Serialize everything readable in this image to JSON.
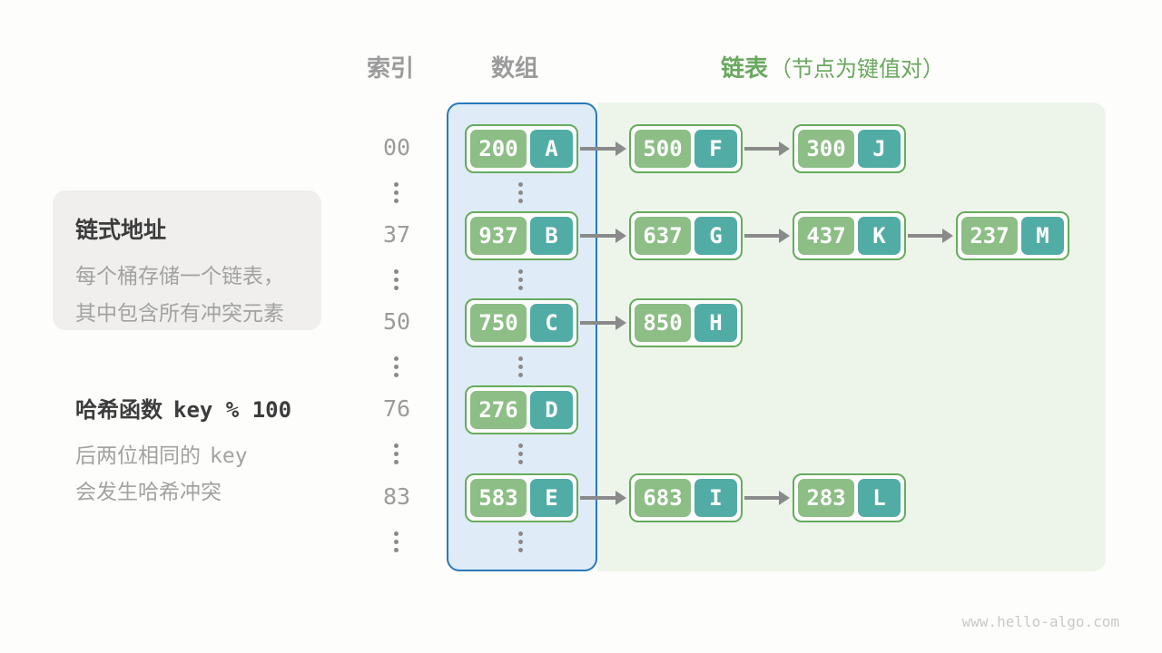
{
  "page": {
    "watermark": "www.hello-algo.com"
  },
  "headers": {
    "index": "索引",
    "array": "数组",
    "linked_list": "链表",
    "linked_list_note": "（节点为键值对）"
  },
  "info_box": {
    "title": "链式地址",
    "line1": "每个桶存储一个链表，",
    "line2": "其中包含所有冲突元素"
  },
  "hash_note": {
    "title_text": "哈希函数",
    "title_code": "key % 100",
    "line1_text": "后两位相同的",
    "line1_code": "key",
    "line2": "会发生哈希冲突"
  },
  "rows": [
    {
      "index": "00",
      "nodes": [
        {
          "key": "200",
          "value": "A"
        },
        {
          "key": "500",
          "value": "F"
        },
        {
          "key": "300",
          "value": "J"
        }
      ]
    },
    {
      "index": "37",
      "nodes": [
        {
          "key": "937",
          "value": "B"
        },
        {
          "key": "637",
          "value": "G"
        },
        {
          "key": "437",
          "value": "K"
        },
        {
          "key": "237",
          "value": "M"
        }
      ]
    },
    {
      "index": "50",
      "nodes": [
        {
          "key": "750",
          "value": "C"
        },
        {
          "key": "850",
          "value": "H"
        }
      ]
    },
    {
      "index": "76",
      "nodes": [
        {
          "key": "276",
          "value": "D"
        }
      ]
    },
    {
      "index": "83",
      "nodes": [
        {
          "key": "583",
          "value": "E"
        },
        {
          "key": "683",
          "value": "I"
        },
        {
          "key": "283",
          "value": "L"
        }
      ]
    }
  ],
  "colors": {
    "node_key_bg": "#8cbe85",
    "node_val_bg": "#52aca6",
    "node_border": "#66ab5d",
    "array_border": "#2979bc",
    "array_fill": "#dfebf7",
    "list_fill": "#edf5eb",
    "arrow_gray": "#8a8a8a",
    "green_text": "#69a85f",
    "header_gray": "#9b9b9b",
    "infobox_bg": "#f0efed"
  }
}
